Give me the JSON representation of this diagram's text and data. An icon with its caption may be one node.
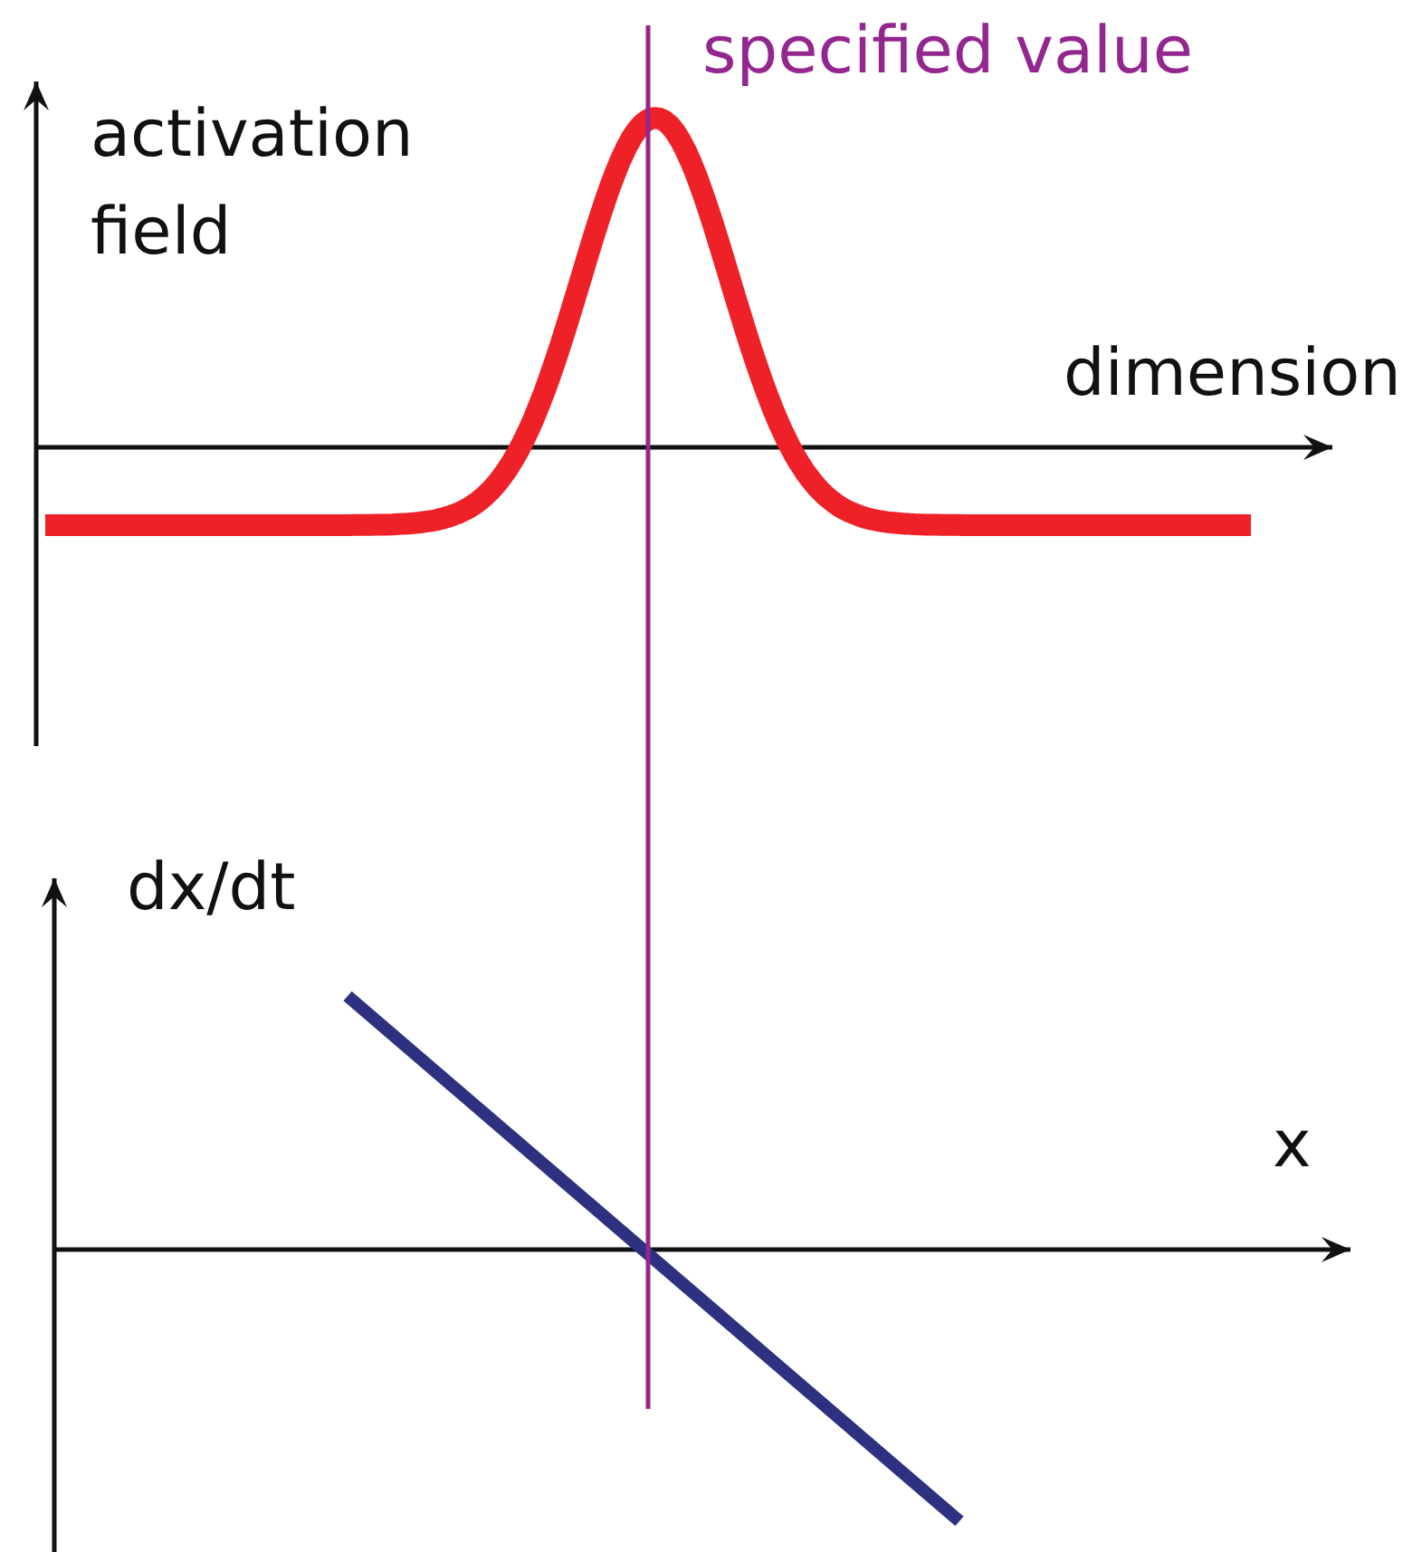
{
  "diagram": {
    "labels": [
      "specified value",
      "activation field",
      "dimension",
      "dx/dt",
      "x"
    ]
  }
}
